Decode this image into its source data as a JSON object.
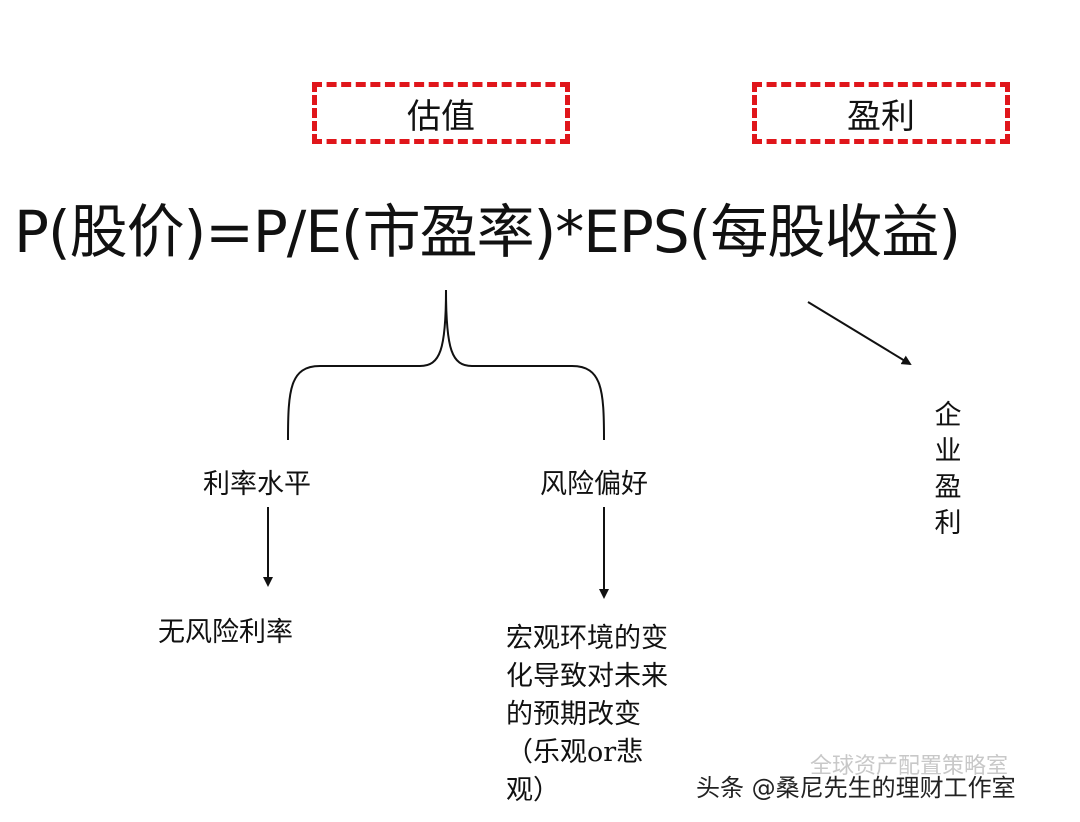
{
  "boxes": {
    "valuation": "估值",
    "profit": "盈利"
  },
  "formula": "P(股价)=P/E(市盈率)*EPS(每股收益)",
  "branches": {
    "interest_rate": "利率水平",
    "risk_appetite": "风险偏好",
    "risk_free_rate": "无风险利率",
    "macro_change": "宏观环境的变化导致对未来的预期改变（乐观or悲观）",
    "corporate_profit": "企业盈利"
  },
  "watermark": {
    "faint": "全球资产配置策略室",
    "main": "头条 @桑尼先生的理财工作室"
  },
  "colors": {
    "dashed_border": "#e0161b",
    "text": "#111111"
  }
}
